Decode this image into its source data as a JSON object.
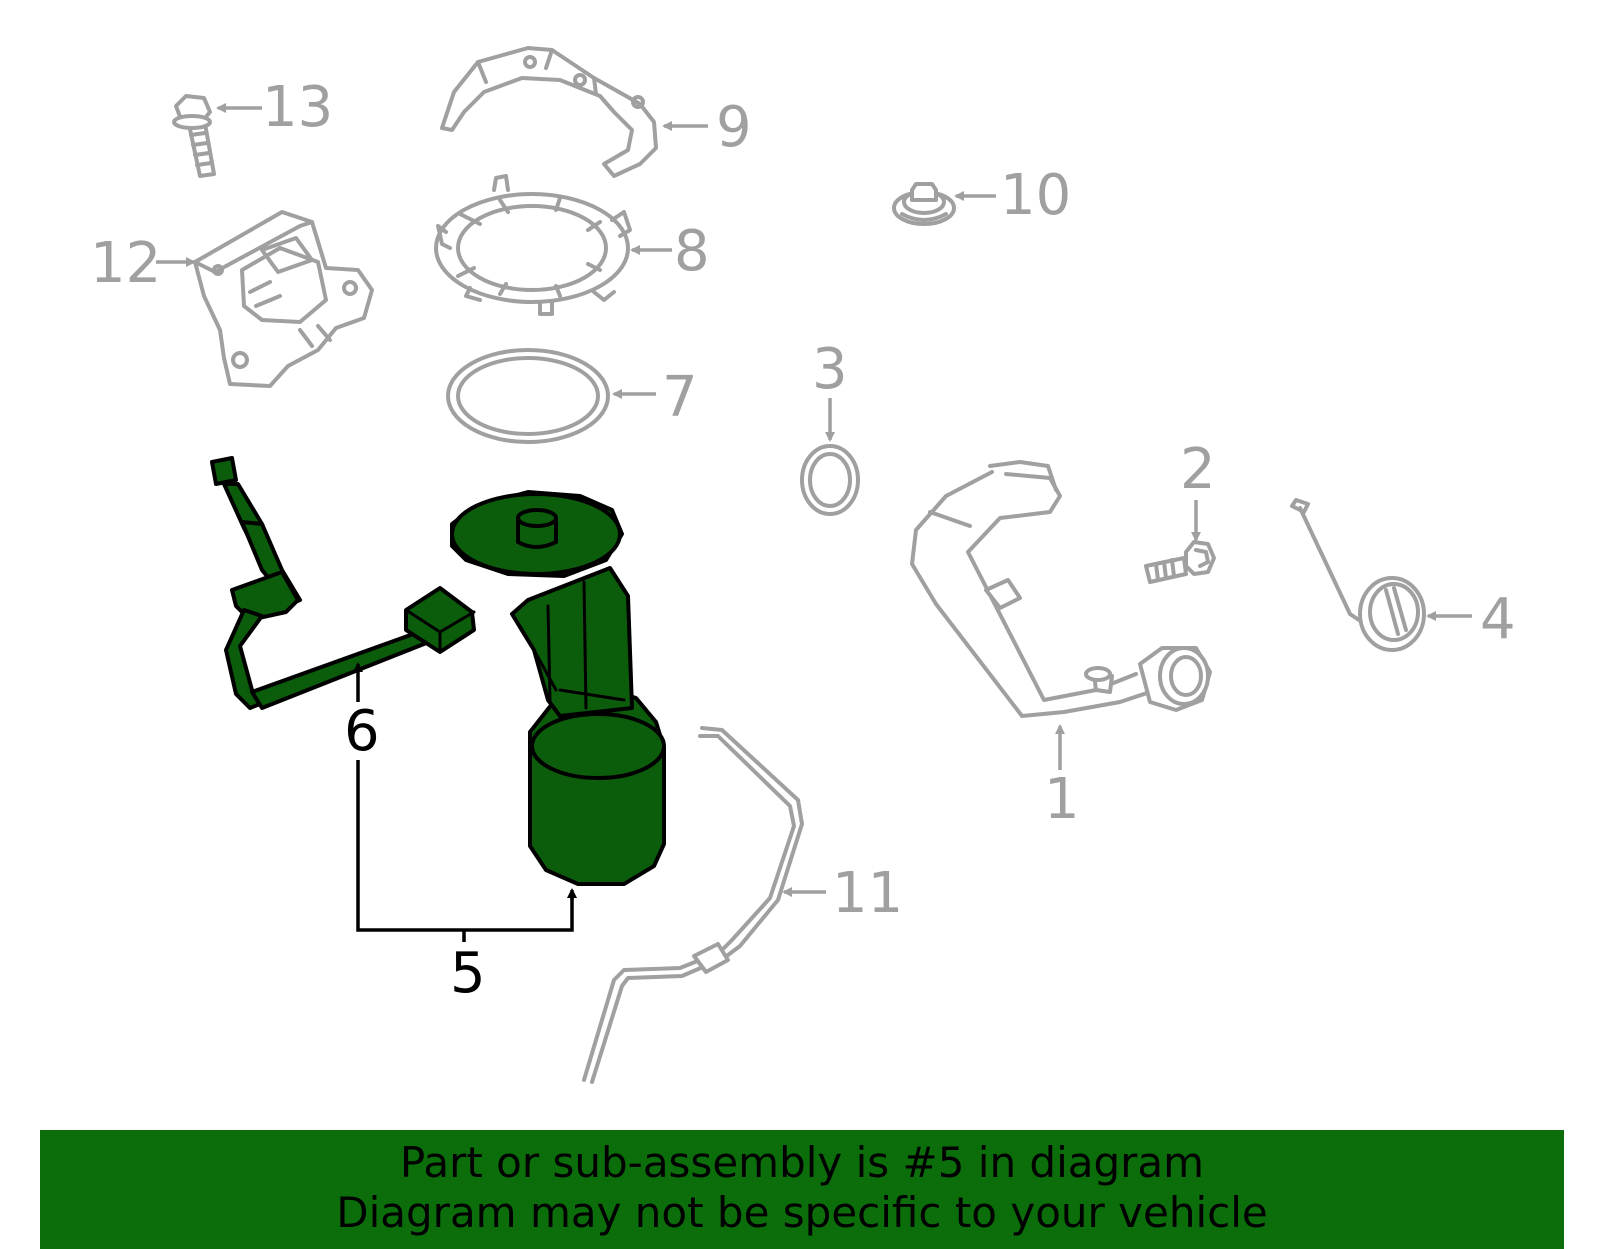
{
  "callouts": {
    "c1": "1",
    "c2": "2",
    "c3": "3",
    "c4": "4",
    "c5": "5",
    "c6": "6",
    "c7": "7",
    "c8": "8",
    "c9": "9",
    "c10": "10",
    "c11": "11",
    "c12": "12",
    "c13": "13"
  },
  "highlighted_part": "5",
  "banner": {
    "line1": "Part or sub-assembly is #5 in diagram",
    "line2": "Diagram may not be specific to your vehicle"
  },
  "colors": {
    "highlight_fill": "#0b5d0b",
    "banner_background": "#0b6e0b",
    "part_outline": "#a0a0a0"
  }
}
